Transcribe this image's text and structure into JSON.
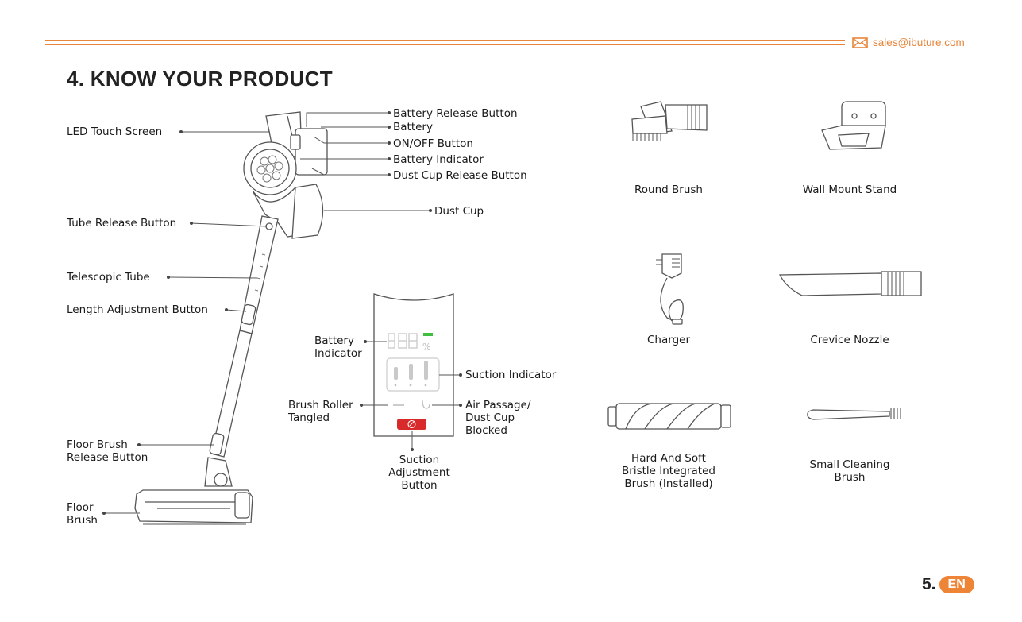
{
  "header": {
    "email": "sales@ibuture.com"
  },
  "title": "4. KNOW YOUR PRODUCT",
  "vacuum_labels": {
    "led_touch_screen": "LED Touch Screen",
    "tube_release_button": "Tube Release Button",
    "telescopic_tube": "Telescopic Tube",
    "length_adjustment_button": "Length Adjustment Button",
    "floor_brush_release_button": "Floor Brush Release Button",
    "floor_brush": "Floor Brush",
    "battery_release_button": "Battery Release Button",
    "battery": "Battery",
    "on_off_button": "ON/OFF Button",
    "battery_indicator": "Battery Indicator",
    "dust_cup_release_button": "Dust Cup Release Button",
    "dust_cup": "Dust Cup"
  },
  "display_panel": {
    "battery_indicator": "Battery Indicator",
    "suction_indicator": "Suction Indicator",
    "brush_roller_tangled": "Brush Roller Tangled",
    "air_passage": "Air Passage/ Dust Cup Blocked",
    "suction_adjustment_button": "Suction Adjustment Button",
    "percent_symbol": "%"
  },
  "accessories": [
    {
      "name": "Round Brush"
    },
    {
      "name": "Wall Mount Stand"
    },
    {
      "name": "Charger"
    },
    {
      "name": "Crevice Nozzle"
    },
    {
      "name": "Hard And Soft Bristle Integrated Brush (Installed)"
    },
    {
      "name": "Small Cleaning Brush"
    }
  ],
  "footer": {
    "page_number": "5.",
    "language": "EN"
  },
  "colors": {
    "accent": "#e8853a",
    "badge": "#ee8436",
    "suction_button": "#d82a2a",
    "battery_green": "#3fbf3f"
  }
}
